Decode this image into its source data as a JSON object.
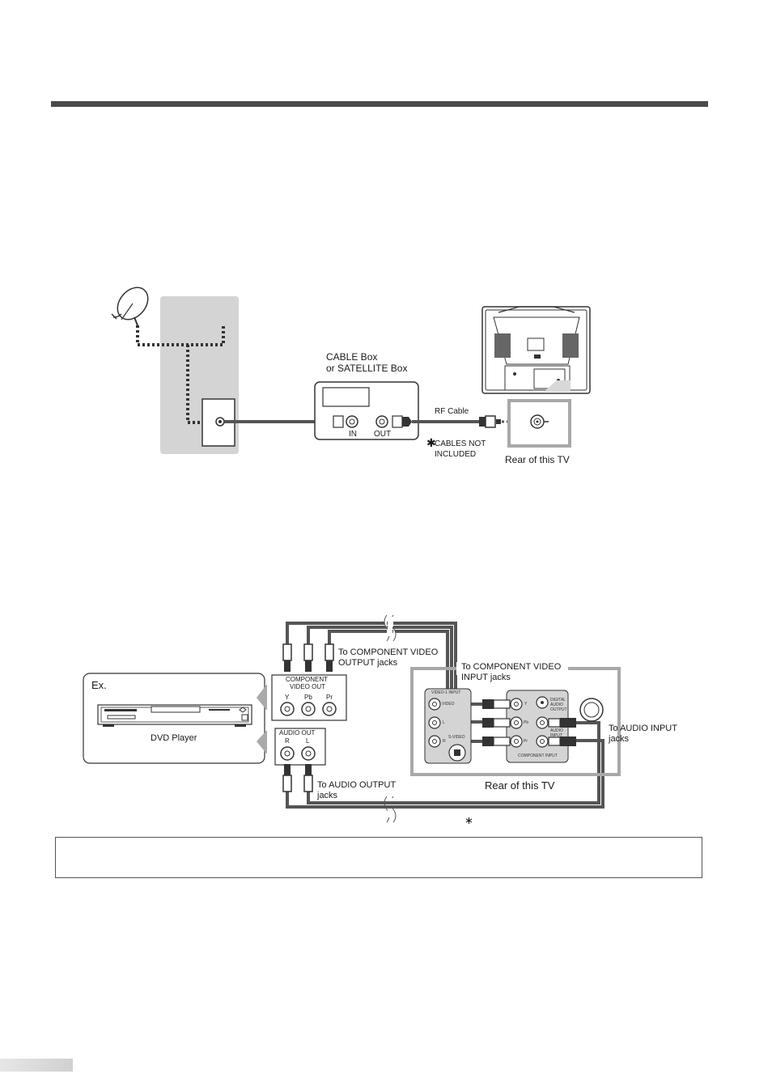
{
  "diagram1": {
    "cable_box_label_line1": "CABLE Box",
    "cable_box_label_line2": "or SATELLITE Box",
    "in_label": "IN",
    "out_label": "OUT",
    "rf_cable_label": "RF Cable",
    "cables_note_line1": "CABLES NOT",
    "cables_note_line2": "INCLUDED",
    "rear_label": "Rear of this TV"
  },
  "diagram2": {
    "ex_label": "Ex.",
    "dvd_label": "DVD Player",
    "component_out_line1": "COMPONENT",
    "component_out_line2": "VIDEO OUT",
    "jack_y": "Y",
    "jack_pb": "Pb",
    "jack_pr": "Pr",
    "audio_out_label": "AUDIO OUT",
    "jack_r": "R",
    "jack_l": "L",
    "to_component_out_line1": "To COMPONENT VIDEO",
    "to_component_out_line2": "OUTPUT jacks",
    "to_component_in_line1": "To COMPONENT VIDEO",
    "to_component_in_line2": "INPUT jacks",
    "to_audio_input_line1": "To AUDIO INPUT",
    "to_audio_input_line2": "jacks",
    "to_audio_output_line1": "To AUDIO OUTPUT",
    "to_audio_output_line2": "jacks",
    "rear_label": "Rear of this TV",
    "asterisk": "∗",
    "panel_video1_input": "VIDEO-1 INPUT",
    "panel_video": "VIDEO",
    "panel_l": "L",
    "panel_r": "R",
    "panel_svideo": "S-VIDEO",
    "panel_component_input": "COMPONENT  INPUT",
    "panel_digital_audio_output": "DIGITAL AUDIO OUTPUT",
    "panel_audio_input": "AUDIO INPUT",
    "panel_y": "Y",
    "panel_pb": "Pb",
    "panel_pr": "Pr"
  },
  "colors": {
    "rule": "#4a4a4a",
    "wall": "#d4d4d4",
    "cable": "#555555",
    "frame": "#a8a8a8"
  }
}
